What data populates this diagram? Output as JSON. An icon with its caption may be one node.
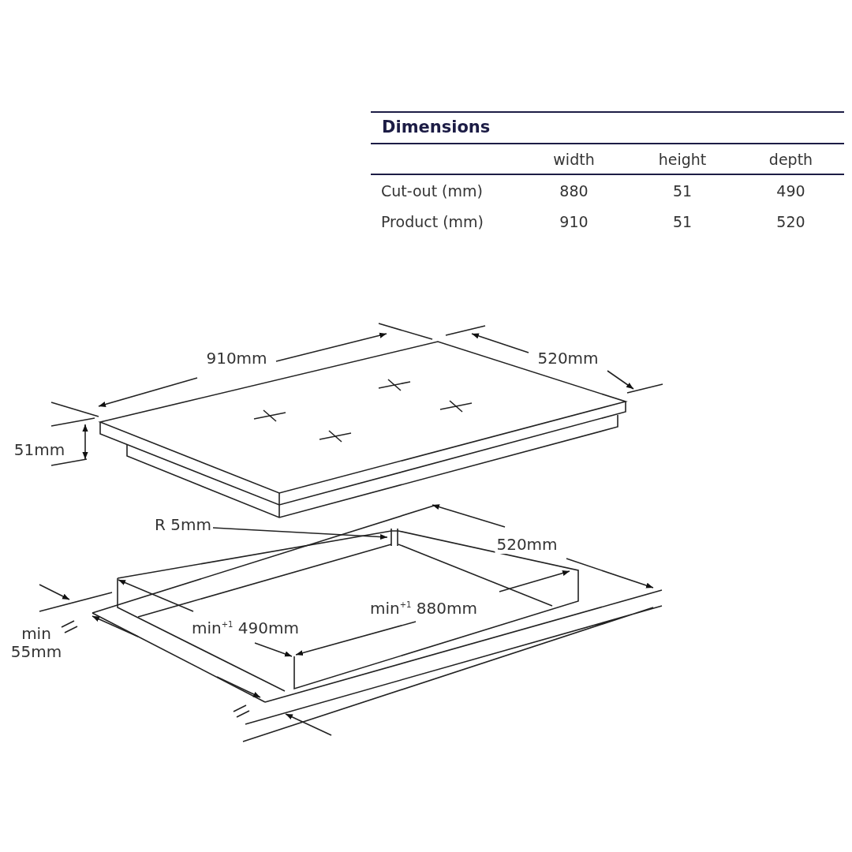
{
  "diagram": {
    "title": "Dimensions",
    "nodes": [
      {
        "text": [
          "R 5mm"
        ]
      },
      {
        "text": [],
        "shape": "box"
      }
    ],
    "edges": [
      {
        "from": 0,
        "to": 1,
        "arrow": "to"
      }
    ],
    "labels": [
      "width",
      "height",
      "depth",
      "Cut-out (mm)",
      "880",
      "51",
      "490",
      "Product (mm)",
      "910",
      "51",
      "520",
      "910mm",
      "520mm",
      "51mm",
      "520mm",
      "min$^{+1}$ 880mm",
      "min$^{+1}$ 490mm",
      "min 55mm"
    ]
  }
}
